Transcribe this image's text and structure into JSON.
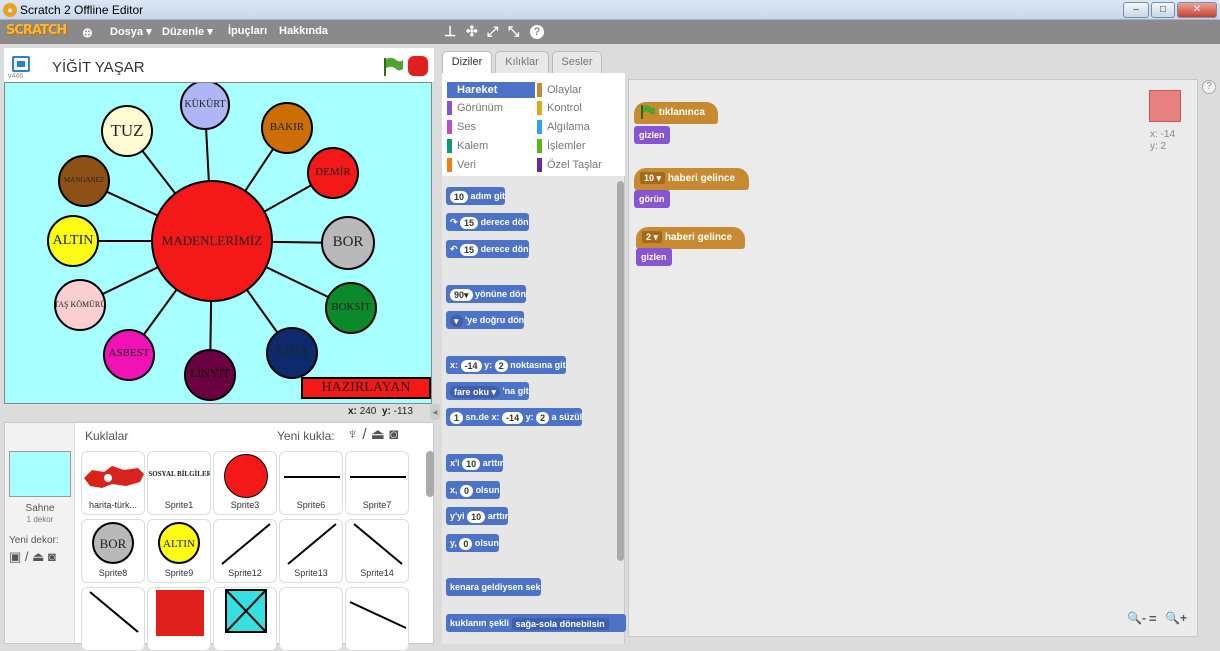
{
  "window": {
    "title": "Scratch 2 Offline Editor"
  },
  "menubar": {
    "logo": "SCRATCH",
    "file": "Dosya ▾",
    "edit": "Düzenle ▾",
    "tips": "İpuçları",
    "about": "Hakkında"
  },
  "stage_header": {
    "project_name": "YİĞİT YAŞAR",
    "version": "v446"
  },
  "stage": {
    "center": "MADENLERİMİZ",
    "nodes": [
      "KÜKÜRT",
      "BAKIR",
      "DEMİR",
      "BOR",
      "BOKSİT",
      "CIVA",
      "LİNYİT",
      "ASBEST",
      "TAŞ KÖMÜRÜ",
      "ALTIN",
      "MANGANEZ",
      "TUZ"
    ],
    "banner": "HAZIRLAYAN",
    "coords_label_x": "x:",
    "coords_x": "240",
    "coords_label_y": "y:",
    "coords_y": "-113"
  },
  "sprites_panel": {
    "title": "Kuklalar",
    "new_sprite": "Yeni kukla:",
    "stage_label": "Sahne",
    "stage_sub": "1 dekor",
    "new_backdrop": "Yeni dekor:",
    "items": [
      "harita-türk...",
      "Sprite1",
      "Sprite3",
      "Sprite6",
      "Sprite7",
      "Sprite8",
      "Sprite9",
      "Sprite12",
      "Sprite13",
      "Sprite14"
    ],
    "thumb_text": {
      "sprite1": "SOSYAL BİLGİLER",
      "sprite8": "BOR",
      "sprite9": "ALTIN"
    }
  },
  "tabs": [
    "Diziler",
    "Kılıklar",
    "Sesler"
  ],
  "categories": {
    "left": [
      "Hareket",
      "Görünüm",
      "Ses",
      "Kalem",
      "Veri"
    ],
    "right": [
      "Olaylar",
      "Kontrol",
      "Algılama",
      "İşlemler",
      "Özel Taşlar"
    ]
  },
  "blocks": {
    "move": "adım git",
    "move_n": "10",
    "turn_r": "derece dön",
    "turn_r_n": "15",
    "turn_l": "derece dön",
    "turn_l_n": "15",
    "point_dir": "yönüne dön",
    "point_dir_n": "90▾",
    "point_towards": "'ye doğru dön",
    "goto_x": "x:",
    "goto_xv": "-14",
    "goto_y": "y:",
    "goto_yv": "2",
    "goto_tail": "noktasına git",
    "goto_target": "fare oku ▾",
    "goto_target_tail": "'na git",
    "glide_n": "1",
    "glide": "sn.de x:",
    "glide_xv": "-14",
    "glide_y": "y:",
    "glide_yv": "2",
    "glide_tail": "a süzül",
    "change_x": "x'i",
    "change_x_n": "10",
    "change_x_tail": "arttır",
    "set_x": "x,",
    "set_x_n": "0",
    "set_x_tail": "olsun",
    "change_y": "y'yi",
    "change_y_n": "10",
    "change_y_tail": "arttır",
    "set_y": "y,",
    "set_y_n": "0",
    "set_y_tail": "olsun",
    "bounce": "kenara geldiysen sek",
    "rotation": "kuklanın şekli",
    "rotation_v": "sağa-sola dönebilsin"
  },
  "scripts": {
    "s1_hat": "tıklanınca",
    "s1_b1": "gizlen",
    "s2_val": "10 ▾",
    "s2_hat": "haberi gelince",
    "s2_b1": "görün",
    "s3_val": "2 ▾",
    "s3_hat": "haberi gelince",
    "s3_b1": "gizlen",
    "sprite_x": "x: -14",
    "sprite_y": "y: 2",
    "zoom_out": "🔍-",
    "zoom_reset": "=",
    "zoom_in": "🔍+"
  },
  "colors": {
    "stage_bg": "#a8ffff",
    "motion": "#4c73c8",
    "looks": "#8855d0",
    "events": "#c88a30"
  }
}
